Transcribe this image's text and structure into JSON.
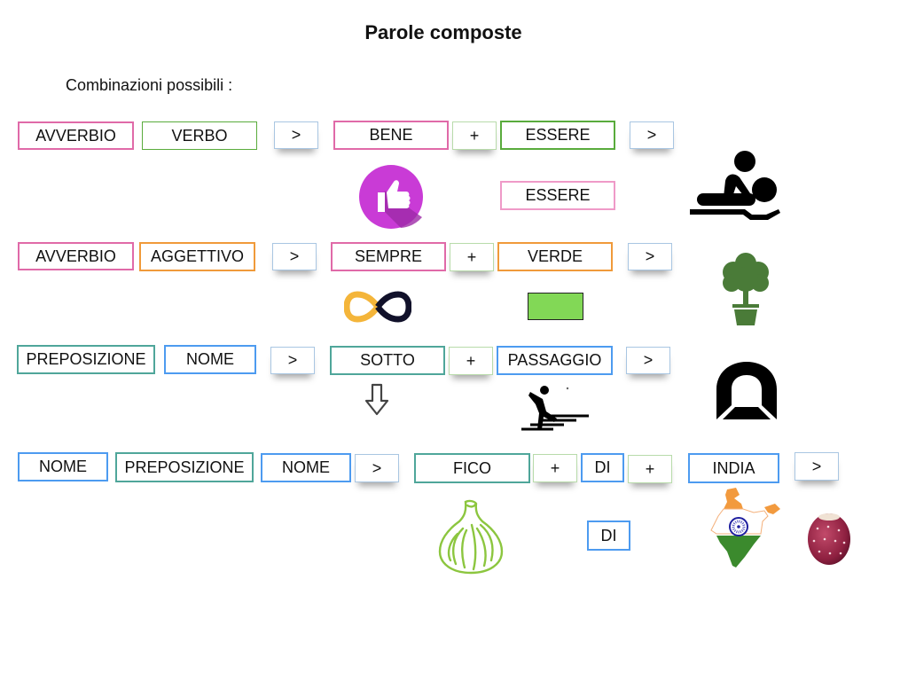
{
  "title": "Parole composte",
  "subtitle": "Combinazioni possibili :",
  "rows": [
    {
      "pattern": [
        "AVVERBIO",
        "VERBO"
      ],
      "arrow": ">",
      "parts": [
        "BENE",
        "+",
        "ESSERE"
      ],
      "result_arrow": ">",
      "extra_label": "ESSERE",
      "icons": [
        "thumbs-up-icon",
        "massage-icon"
      ]
    },
    {
      "pattern": [
        "AVVERBIO",
        "AGGETTIVO"
      ],
      "arrow": ">",
      "parts": [
        "SEMPRE",
        "+",
        "VERDE"
      ],
      "result_arrow": ">",
      "icons": [
        "infinity-icon",
        "green-swatch",
        "potted-tree-icon"
      ],
      "swatch_color": "#82d856"
    },
    {
      "pattern": [
        "PREPOSIZIONE",
        "NOME"
      ],
      "arrow": ">",
      "parts": [
        "SOTTO",
        "+",
        "PASSAGGIO"
      ],
      "result_arrow": ">",
      "icons": [
        "down-arrow-icon",
        "crosswalk-person-icon",
        "tunnel-icon"
      ]
    },
    {
      "pattern": [
        "NOME",
        "PREPOSIZIONE",
        "NOME"
      ],
      "arrow": ">",
      "parts": [
        "FICO",
        "+",
        "DI",
        "+",
        "INDIA"
      ],
      "result_arrow": ">",
      "extra_label": "DI",
      "icons": [
        "fig-icon",
        "india-map-icon",
        "prickly-pear-icon"
      ]
    }
  ]
}
